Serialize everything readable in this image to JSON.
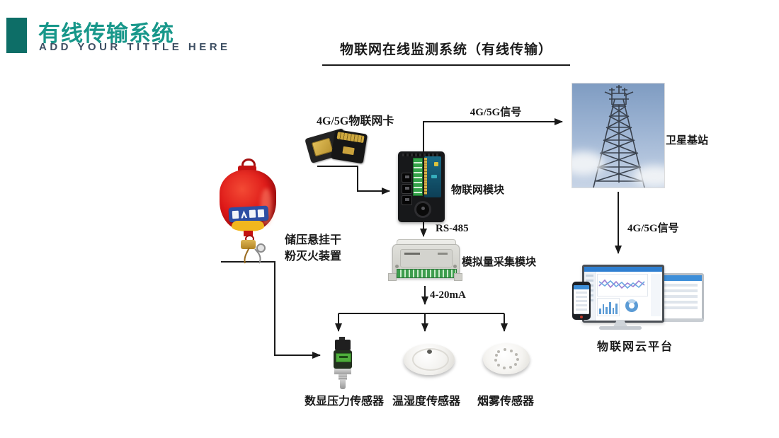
{
  "header": {
    "title": "有线传输系统",
    "subtitle": "ADD YOUR TITTLE HERE"
  },
  "diagram": {
    "title": "物联网在线监测系统（有线传输）",
    "nodes": {
      "sim": {
        "label": "4G/5G物联网卡"
      },
      "iot_module": {
        "label": "物联网模块"
      },
      "tower": {
        "label": "卫星基站"
      },
      "analog_module": {
        "label": "模拟量采集模块"
      },
      "cloud": {
        "label": "物联网云平台"
      },
      "extinguisher": {
        "label_line1": "储压悬挂干",
        "label_line2": "粉灭火装置"
      },
      "pressure_sensor": {
        "label": "数显压力传感器"
      },
      "temp_humidity_sensor": {
        "label": "温湿度传感器"
      },
      "smoke_sensor": {
        "label": "烟雾传感器"
      }
    },
    "edges": {
      "module_to_tower": {
        "label": "4G/5G信号"
      },
      "tower_to_cloud": {
        "label": "4G/5G信号"
      },
      "module_to_analog": {
        "label": "RS-485"
      },
      "analog_to_branch": {
        "label": "4-20mA"
      }
    }
  },
  "colors": {
    "accent_square": "#0d6e67",
    "header_title": "#17978a",
    "header_subtitle": "#3e4f63",
    "wire": "#1a1a1a"
  }
}
